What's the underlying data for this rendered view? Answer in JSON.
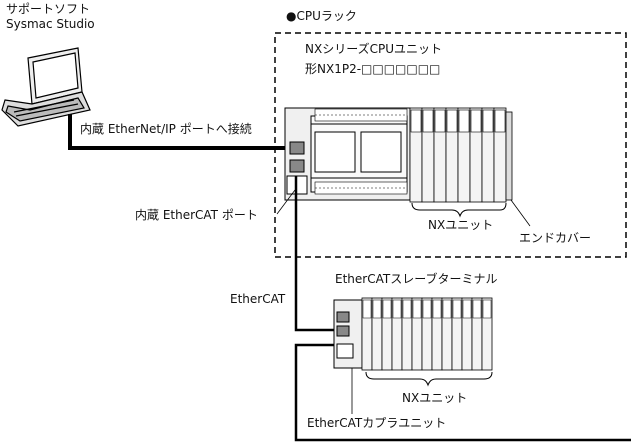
{
  "support_software": {
    "line1": "サポートソフト",
    "line2": "Sysmac Studio"
  },
  "cpu_rack": {
    "title": "●CPUラック"
  },
  "cpu_unit": {
    "name": "NXシリーズCPUユニット",
    "model": "形NX1P2-□□□□□□□"
  },
  "ethernet_port": {
    "label": "内蔵 EtherNet/IP ポートへ接続"
  },
  "ethercat_port": {
    "label": "内蔵 EtherCAT ポート"
  },
  "nx_units_cpu": {
    "label": "NXユニット"
  },
  "end_cover": {
    "label": "エンドカバー"
  },
  "ethercat_cable": {
    "label": "EtherCAT"
  },
  "slave_terminal": {
    "title": "EtherCATスレーブターミナル"
  },
  "nx_units_slave": {
    "label": "NXユニット"
  },
  "coupler_unit": {
    "label": "EtherCATカプラユニット"
  }
}
